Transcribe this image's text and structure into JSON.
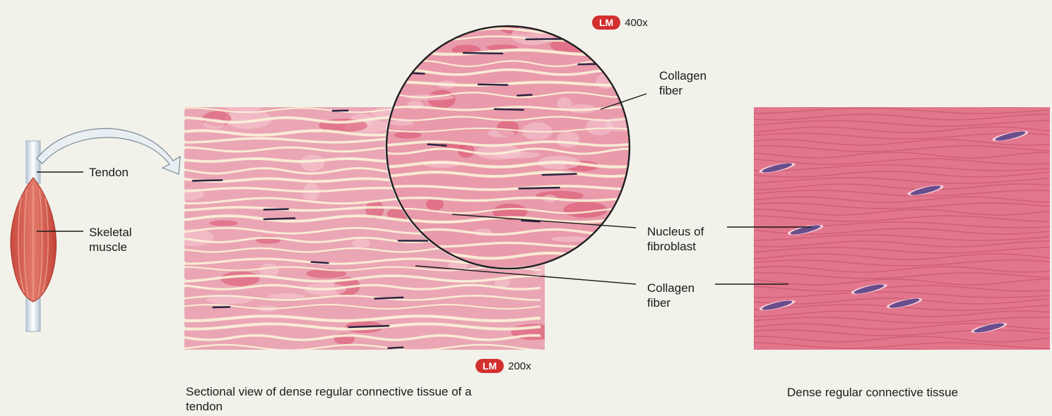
{
  "labels": {
    "tendon": "Tendon",
    "skeletal_muscle": "Skeletal\nmuscle",
    "collagen_fiber_top": "Collagen\nfiber",
    "nucleus": "Nucleus of\nfibroblast",
    "collagen_fiber_mid": "Collagen\nfiber"
  },
  "badges": {
    "top": {
      "lm": "LM",
      "mag": "400x"
    },
    "bottom": {
      "lm": "LM",
      "mag": "200x"
    }
  },
  "captions": {
    "left": "Sectional view of dense regular connective tissue of a tendon",
    "right": "Dense regular connective tissue"
  },
  "colors": {
    "background": "#f2f1ea",
    "tissue_pink": "#e07a8e",
    "fiber_light": "#f4e9c9",
    "nucleus_purple": "#6a4d8c",
    "badge_red": "#d32f2f"
  }
}
